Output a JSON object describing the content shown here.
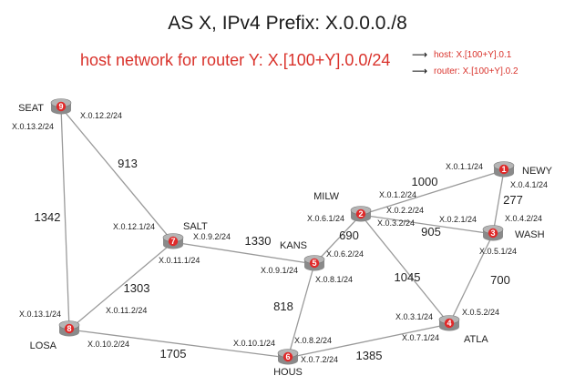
{
  "header": {
    "title": "AS X, IPv4 Prefix: X.0.0.0./8",
    "subtitle": "host network for router Y: X.[100+Y].0.0/24",
    "host_note": "host: X.[100+Y].0.1",
    "router_note": "router: X.[100+Y].0.2"
  },
  "colors": {
    "accent": "#d9322b",
    "router_body": "#8a8a8a",
    "router_top": "#b5b5b5",
    "router_number": "#e02a2a"
  },
  "routers": [
    {
      "id": "1",
      "name": "NEWY"
    },
    {
      "id": "2",
      "name": "MILW"
    },
    {
      "id": "3",
      "name": "WASH"
    },
    {
      "id": "4",
      "name": "ATLA"
    },
    {
      "id": "5",
      "name": "KANS"
    },
    {
      "id": "6",
      "name": "HOUS"
    },
    {
      "id": "7",
      "name": "SALT"
    },
    {
      "id": "8",
      "name": "LOSA"
    },
    {
      "id": "9",
      "name": "SEAT"
    }
  ],
  "links": [
    {
      "from": "9",
      "to": "7",
      "cost": "913"
    },
    {
      "from": "9",
      "to": "8",
      "cost": "1342"
    },
    {
      "from": "7",
      "to": "5",
      "cost": "1330"
    },
    {
      "from": "7",
      "to": "8",
      "cost": "1303"
    },
    {
      "from": "8",
      "to": "6",
      "cost": "1705"
    },
    {
      "from": "5",
      "to": "6",
      "cost": "818"
    },
    {
      "from": "5",
      "to": "2",
      "cost": "690"
    },
    {
      "from": "2",
      "to": "1",
      "cost": "1000"
    },
    {
      "from": "2",
      "to": "3",
      "cost": "905"
    },
    {
      "from": "2",
      "to": "4",
      "cost": "1045"
    },
    {
      "from": "1",
      "to": "3",
      "cost": "277"
    },
    {
      "from": "3",
      "to": "4",
      "cost": "700"
    },
    {
      "from": "6",
      "to": "4",
      "cost": "1385"
    }
  ],
  "interfaces": [
    "X.0.13.2/24",
    "X.0.12.2/24",
    "X.0.12.1/24",
    "X.0.9.2/24",
    "X.0.11.1/24",
    "X.0.11.2/24",
    "X.0.13.1/24",
    "X.0.10.2/24",
    "X.0.10.1/24",
    "X.0.8.2/24",
    "X.0.7.2/24",
    "X.0.9.1/24",
    "X.0.8.1/24",
    "X.0.6.2/24",
    "X.0.6.1/24",
    "X.0.1.2/24",
    "X.0.2.2/24",
    "X.0.3.2/24",
    "X.0.1.1/24",
    "X.0.4.1/24",
    "X.0.2.1/24",
    "X.0.4.2/24",
    "X.0.5.1/24",
    "X.0.3.1/24",
    "X.0.5.2/24",
    "X.0.7.1/24"
  ]
}
